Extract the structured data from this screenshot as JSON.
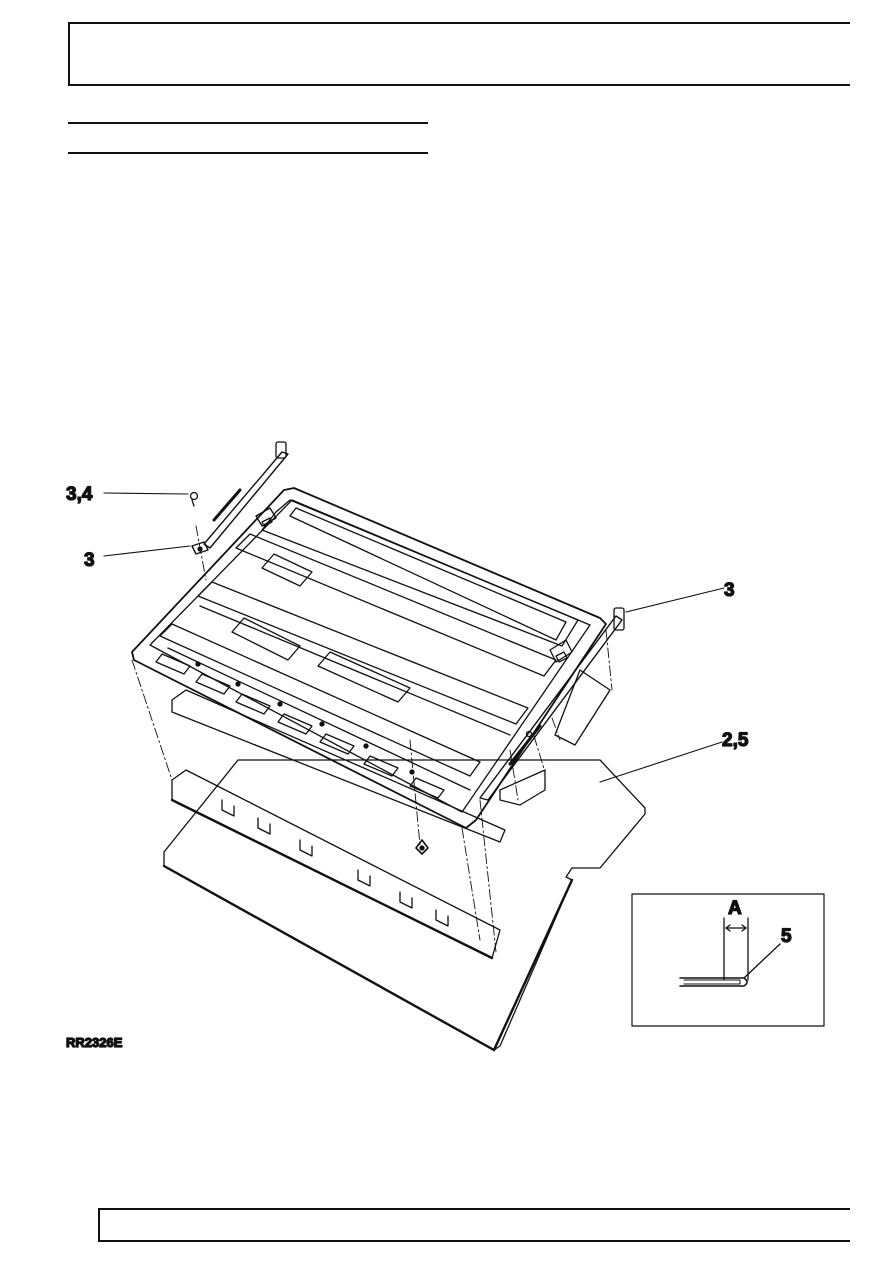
{
  "illustration": {
    "reference_code": "RR2326E",
    "callouts": {
      "c1": "3,4",
      "c2": "3",
      "c3": "3",
      "c4": "2,5"
    },
    "inset": {
      "dimension_label": "A",
      "callout": "5"
    }
  }
}
